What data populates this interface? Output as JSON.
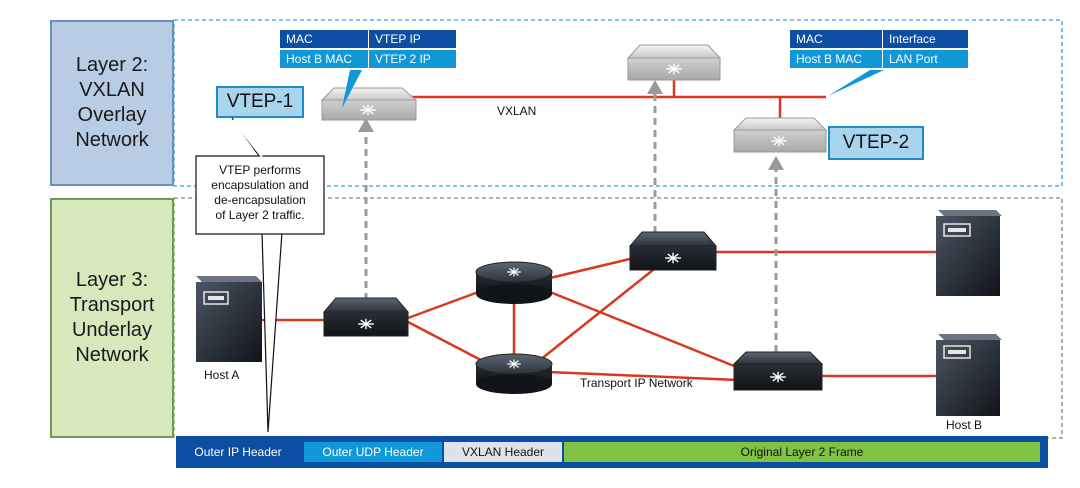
{
  "layers": {
    "l2": "Layer 2:\nVXLAN\nOverlay\nNetwork",
    "l3": "Layer 3:\nTransport\nUnderlay\nNetwork"
  },
  "vtep1_table": {
    "h1": "MAC",
    "h2": "VTEP IP",
    "v1": "Host B MAC",
    "v2": "VTEP 2 IP"
  },
  "vtep2_table": {
    "h1": "MAC",
    "h2": "Interface",
    "v1": "Host B MAC",
    "v2": "LAN Port"
  },
  "labels": {
    "vtep1": "VTEP-1",
    "vtep2": "VTEP-2",
    "vxlan": "VXLAN",
    "host_a": "Host A",
    "host_b": "Host B",
    "transport": "Transport IP Network",
    "callout": "VTEP performs\nencapsulation and\nde-encapsulation\nof Layer 2 traffic."
  },
  "headers": {
    "outer_ip": "Outer IP Header",
    "outer_udp": "Outer UDP Header",
    "vxlan": "VXLAN Header",
    "frame": "Original Layer 2 Frame"
  },
  "colors": {
    "link": "#d9381e",
    "l2_fill": "#b8cce4",
    "l3_fill": "#d7e8bc",
    "table_header": "#0c4ea4",
    "table_value": "#0f97d7",
    "frame": "#80c342"
  }
}
